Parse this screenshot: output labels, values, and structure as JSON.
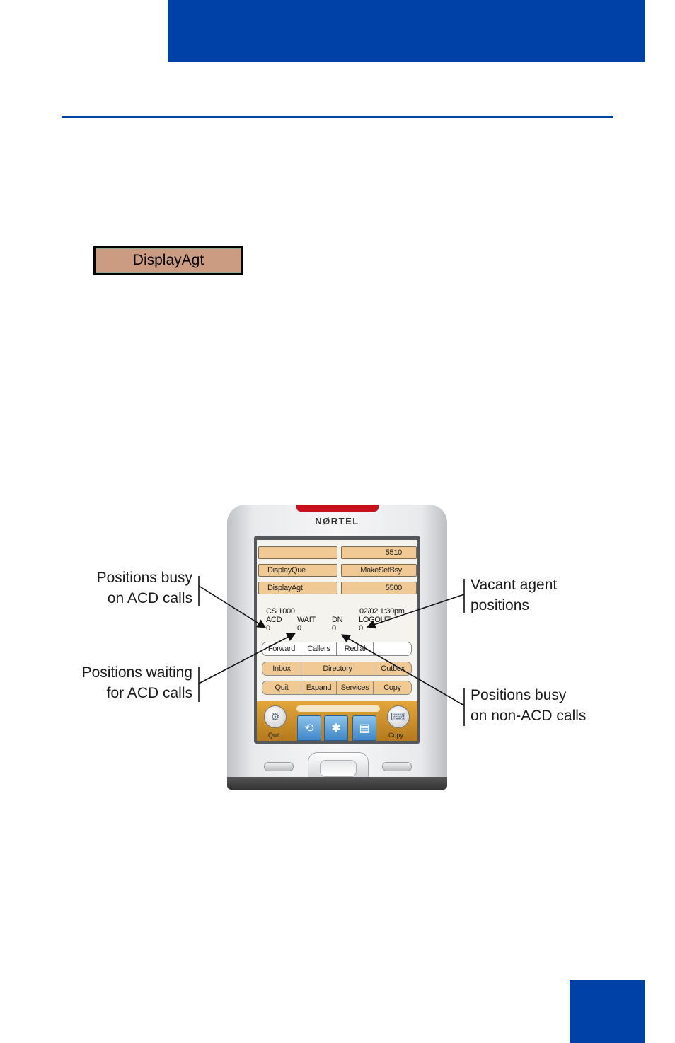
{
  "softkey_sample": {
    "label": "DisplayAgt"
  },
  "phone": {
    "brand": "NØRTEL",
    "softkeys": [
      {
        "label": ""
      },
      {
        "label": "5510"
      },
      {
        "label": "DisplayQue"
      },
      {
        "label": "MakeSetBsy"
      },
      {
        "label": "DisplayAgt"
      },
      {
        "label": "5500"
      }
    ],
    "status": {
      "system": "CS 1000",
      "datetime": "02/02 1:30pm",
      "columns": [
        "ACD",
        "WAIT",
        "DN",
        "LOGOUT"
      ],
      "values": [
        "0",
        "0",
        "0",
        "0"
      ]
    },
    "row1": [
      "Forward",
      "Callers",
      "Redial",
      ""
    ],
    "row2": [
      "Inbox",
      "Directory",
      "Outbox"
    ],
    "row3": [
      "Quit",
      "Expand",
      "Services",
      "Copy"
    ],
    "dock": {
      "left_label": "Quit",
      "right_label": "Copy"
    },
    "icons": [
      "settings-icon",
      "refresh-icon",
      "tools-icon",
      "address-book-icon",
      "keyboard-icon"
    ]
  },
  "annotations": {
    "busy_acd": [
      "Positions busy",
      "on ACD calls"
    ],
    "waiting_acd": [
      "Positions waiting",
      "for ACD calls"
    ],
    "vacant": [
      "Vacant agent",
      "positions"
    ],
    "busy_non_acd": [
      "Positions busy",
      "on non-ACD calls"
    ]
  },
  "colors": {
    "brand_blue": "#0041a8",
    "softkey_tan": "#f0c994",
    "red_accent": "#c8101e"
  }
}
